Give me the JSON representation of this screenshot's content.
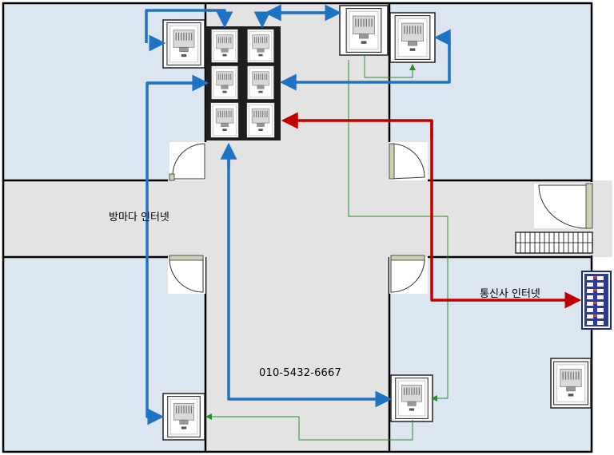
{
  "labels": {
    "bangmada_internet": "방마다 인터넷",
    "isp_internet": "통신사 인터넷",
    "phone": "010-5432-6667"
  },
  "colors": {
    "room_fill": "#dce6f1",
    "hallway_fill": "#e3e3e3",
    "wall": "#000000",
    "room_link_arrow": "#1f73c4",
    "isp_arrow": "#c00000",
    "phone_line": "#2e8b2e",
    "jack_frame": "#222222"
  },
  "icons": {
    "jack": "ethernet-jack-icon",
    "door": "door-swing-icon",
    "patch_panel": "patch-panel-icon",
    "radiator": "radiator-icon"
  }
}
